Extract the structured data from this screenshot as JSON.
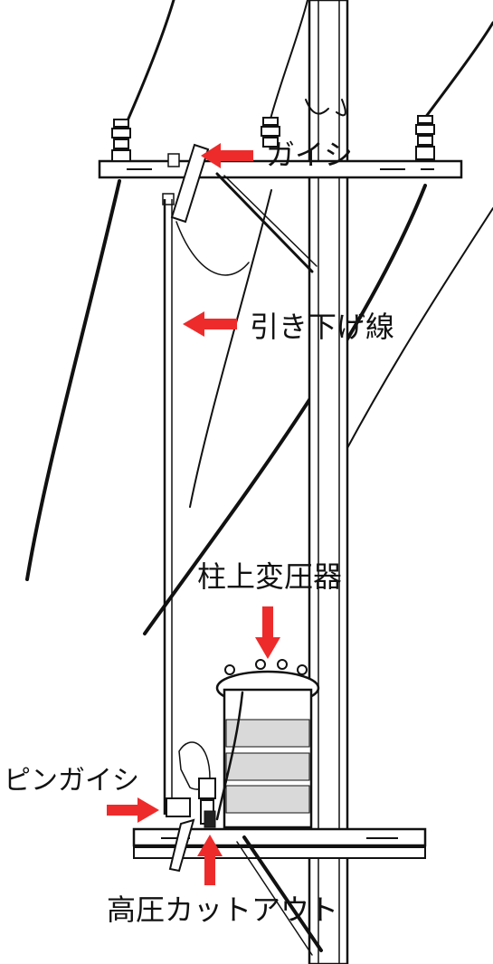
{
  "labels": {
    "insulator": "ガイシ",
    "drop_wire": "引き下げ線",
    "pole_transformer": "柱上変圧器",
    "pin_insulator": "ピンガイシ",
    "hv_cutout": "高圧カットアウト"
  },
  "colors": {
    "arrow": "#ee2b2b",
    "line": "#111111",
    "background": "#ffffff",
    "transformer_band": "#d9d9d9"
  }
}
